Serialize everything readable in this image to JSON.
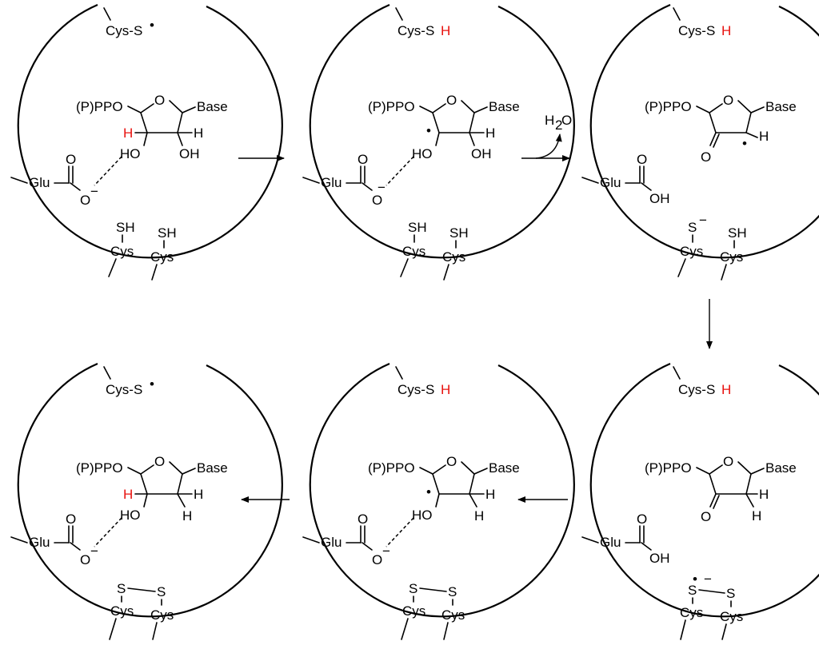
{
  "labels": {
    "cys_s": "Cys-S",
    "cys_s_prefix": "Cys-S",
    "h": "H",
    "pppo": "(P)PPO",
    "ring_o": "O",
    "base": "Base",
    "ho": "HO",
    "oh": "OH",
    "glu": "Glu",
    "c_o": "O",
    "o_minus": "O",
    "cys": "Cys",
    "sh": "SH",
    "s": "S",
    "minus": "−",
    "radical": "•",
    "water_h": "H",
    "water_sub": "2",
    "water_o": "O"
  },
  "colors": {
    "abstracted_h": "#e8120f"
  }
}
